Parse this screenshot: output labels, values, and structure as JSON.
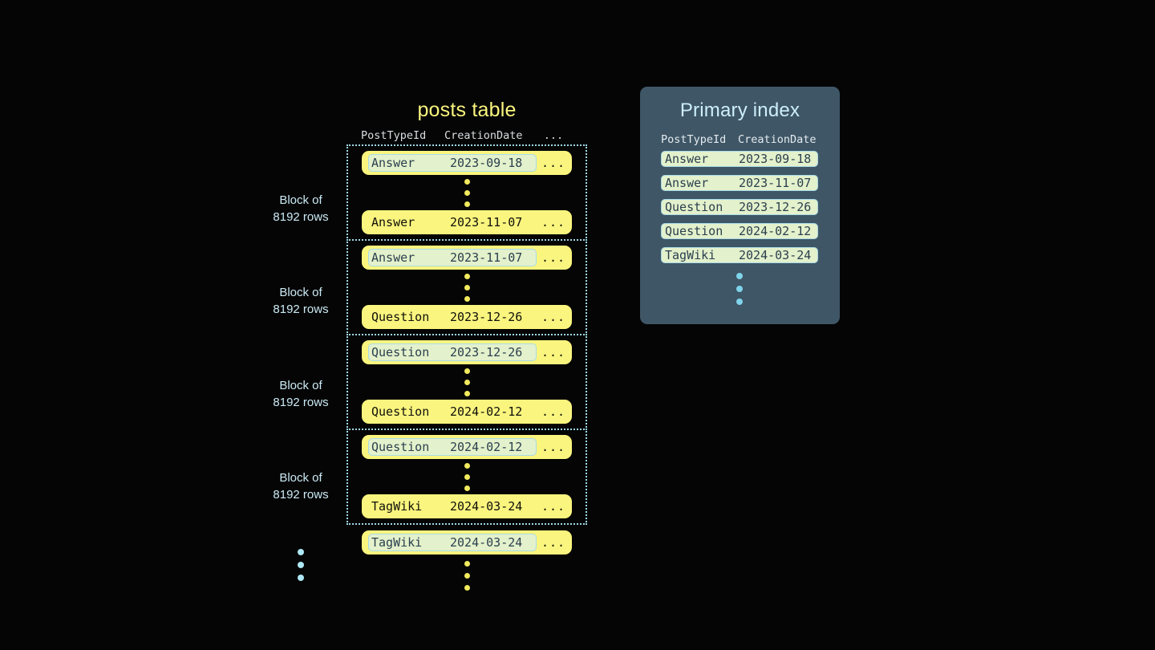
{
  "posts_table": {
    "title": "posts table",
    "columns": [
      "PostTypeId",
      "CreationDate",
      "..."
    ],
    "rest_cell": "...",
    "blocks": [
      {
        "label_line1": "Block of",
        "label_line2": "8192 rows",
        "first_row": {
          "type": "Answer",
          "date": "2023-09-18",
          "rest": "...",
          "highlighted": true
        },
        "last_row": {
          "type": "Answer",
          "date": "2023-11-07",
          "rest": "...",
          "highlighted": false
        }
      },
      {
        "label_line1": "Block of",
        "label_line2": "8192 rows",
        "first_row": {
          "type": "Answer",
          "date": "2023-11-07",
          "rest": "...",
          "highlighted": true
        },
        "last_row": {
          "type": "Question",
          "date": "2023-12-26",
          "rest": "...",
          "highlighted": false
        }
      },
      {
        "label_line1": "Block of",
        "label_line2": "8192 rows",
        "first_row": {
          "type": "Question",
          "date": "2023-12-26",
          "rest": "...",
          "highlighted": true
        },
        "last_row": {
          "type": "Question",
          "date": "2024-02-12",
          "rest": "...",
          "highlighted": false
        }
      },
      {
        "label_line1": "Block of",
        "label_line2": "8192 rows",
        "first_row": {
          "type": "Question",
          "date": "2024-02-12",
          "rest": "...",
          "highlighted": true
        },
        "last_row": {
          "type": "TagWiki",
          "date": "2024-03-24",
          "rest": "...",
          "highlighted": false
        }
      }
    ],
    "trailing_row": {
      "type": "TagWiki",
      "date": "2024-03-24",
      "rest": "...",
      "highlighted": true
    }
  },
  "primary_index": {
    "title": "Primary index",
    "columns": [
      "PostTypeId",
      "CreationDate"
    ],
    "rows": [
      {
        "type": "Answer",
        "date": "2023-09-18"
      },
      {
        "type": "Answer",
        "date": "2023-11-07"
      },
      {
        "type": "Question",
        "date": "2023-12-26"
      },
      {
        "type": "Question",
        "date": "2024-02-12"
      },
      {
        "type": "TagWiki",
        "date": "2024-03-24"
      }
    ]
  },
  "colors": {
    "background": "#050505",
    "row_yellow": "#faf57e",
    "highlight_green": "#e3f1cc",
    "highlight_border": "#a9dbe8",
    "panel_slate": "#3f5666",
    "accent_blue": "#ade8f4",
    "title_yellow": "#faf57e"
  }
}
